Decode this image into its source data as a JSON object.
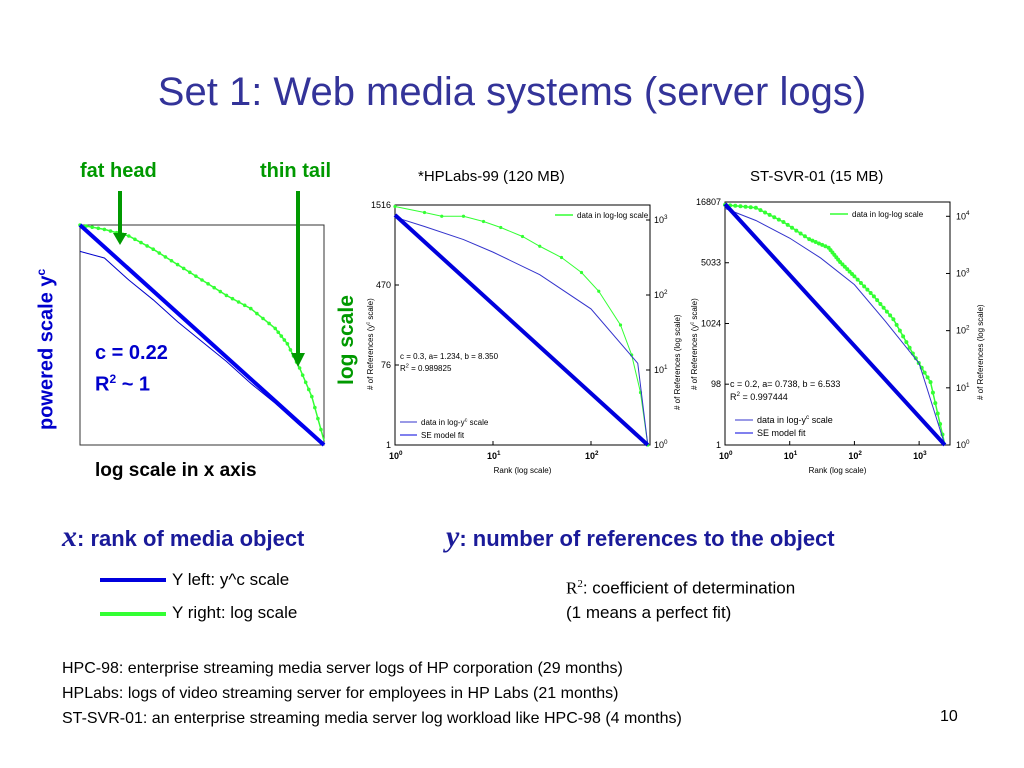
{
  "title": "Set 1: Web media systems (server logs)",
  "left_annotations": {
    "fat_head": "fat head",
    "thin_tail": "thin tail",
    "y_axis_label": "powered scale y",
    "y_axis_sup": "c",
    "c_value": "c = 0.22",
    "r2_prefix": "R",
    "r2_sup": "2",
    "r2_suffix": " ~ 1",
    "x_axis_label": "log scale in x axis",
    "log_scale_label": "log scale"
  },
  "charts": {
    "hplabs": {
      "title": "*HPLabs-99 (120 MB)",
      "left_ticks": [
        "1516",
        "470",
        "76",
        "1"
      ],
      "right_ticks": [
        "10",
        "10",
        "10",
        "10"
      ],
      "right_tick_sups": [
        "3",
        "2",
        "1",
        "0"
      ],
      "x_ticks": [
        "10",
        "10",
        "10"
      ],
      "x_tick_sups": [
        "0",
        "1",
        "2"
      ],
      "xlabel": "Rank (log scale)",
      "ylabel_left": "# of References (y",
      "ylabel_left_sup": "c",
      "ylabel_left_tail": " scale)",
      "ylabel_right": "# of References (log scale)",
      "legend_top": "data in log-log scale",
      "legend_bottom_1": "data in log-y",
      "legend_bottom_1_sup": "c",
      "legend_bottom_1_tail": " scale",
      "legend_bottom_2": "SE model fit",
      "fit_eq": "c = 0.3, a= 1.234, b = 8.350",
      "fit_r2_prefix": "R",
      "fit_r2_sup": "2",
      "fit_r2_tail": " = 0.989825"
    },
    "stsvr": {
      "title": "ST-SVR-01 (15 MB)",
      "left_ticks": [
        "16807",
        "5033",
        "1024",
        "98",
        "1"
      ],
      "right_ticks": [
        "10",
        "10",
        "10",
        "10",
        "10"
      ],
      "right_tick_sups": [
        "4",
        "3",
        "2",
        "1",
        "0"
      ],
      "x_ticks": [
        "10",
        "10",
        "10",
        "10"
      ],
      "x_tick_sups": [
        "0",
        "1",
        "2",
        "3"
      ],
      "xlabel": "Rank (log scale)",
      "ylabel_left": "# of References (y",
      "ylabel_left_sup": "c",
      "ylabel_left_tail": " scale)",
      "ylabel_right": "# of References (log scale)",
      "legend_top": "data in log-log scale",
      "legend_bottom_1": "data in log-y",
      "legend_bottom_1_sup": "c",
      "legend_bottom_1_tail": " scale",
      "legend_bottom_2": "SE model fit",
      "fit_eq": "c = 0.2, a= 0.738, b = 6.533",
      "fit_r2_prefix": "R",
      "fit_r2_sup": "2",
      "fit_r2_tail": " = 0.997444"
    }
  },
  "axis_desc": {
    "x_var": "x",
    "x_text": ": rank of media object",
    "y_var": "y",
    "y_text": ": number of references to the object"
  },
  "legend": {
    "blue_label": "Y left: y^c scale",
    "green_label": "Y right: log scale",
    "blue_color": "#0000dd",
    "green_color": "#33ff33"
  },
  "r2_note": {
    "prefix": "R",
    "sup": "2",
    "line1_tail": ": coefficient of determination",
    "line2": "(1 means a perfect fit)"
  },
  "footnotes": [
    "HPC-98: enterprise streaming media server logs of HP corporation (29 months)",
    "HPLabs: logs of video streaming server for employees in HP Labs (21 months)",
    "ST-SVR-01: an enterprise streaming media server log workload like HPC-98 (4 months)"
  ],
  "page_number": "10",
  "chart_data": [
    {
      "type": "line",
      "title": "",
      "xlabel": "log scale in x axis",
      "ylabel": "powered scale y^c",
      "series": [
        {
          "name": "",
          "x": [
            0,
            0.1,
            0.2,
            0.3,
            0.4,
            0.5,
            0.6,
            0.7,
            0.8,
            0.85,
            0.9,
            0.95,
            1.0
          ],
          "y": [
            1.0,
            0.98,
            0.95,
            0.89,
            0.82,
            0.75,
            0.68,
            0.62,
            0.53,
            0.46,
            0.35,
            0.22,
            0.02
          ]
        },
        {
          "name": "",
          "x": [
            0,
            0.1,
            0.2,
            0.3,
            0.4,
            0.5,
            0.6,
            0.7,
            0.8,
            0.9,
            1.0
          ],
          "y": [
            0.88,
            0.85,
            0.75,
            0.66,
            0.56,
            0.47,
            0.38,
            0.28,
            0.19,
            0.09,
            0.0
          ]
        },
        {
          "name": "",
          "x": [
            0,
            1.0
          ],
          "y": [
            1.0,
            0.0
          ]
        }
      ]
    },
    {
      "type": "line",
      "title": "*HPLabs-99 (120 MB)",
      "xlabel": "Rank (log scale)",
      "ylabel": "# of References (y^c scale)",
      "x_range": [
        1,
        400
      ],
      "series": [
        {
          "name": "data in log-log scale",
          "x": [
            1,
            2,
            3,
            5,
            8,
            12,
            20,
            30,
            50,
            80,
            120,
            200,
            260,
            320,
            380
          ],
          "y_log": [
            3.18,
            3.1,
            3.05,
            3.05,
            2.98,
            2.9,
            2.78,
            2.65,
            2.5,
            2.3,
            2.05,
            1.6,
            1.2,
            0.7,
            0.0
          ]
        },
        {
          "name": "data in log-y^c scale",
          "x": [
            1,
            2,
            5,
            10,
            30,
            100,
            300,
            380
          ],
          "y": [
            1300,
            1150,
            960,
            800,
            560,
            300,
            80,
            1
          ]
        },
        {
          "name": "SE model fit",
          "x": [
            1,
            380
          ],
          "y": [
            1516,
            1
          ]
        }
      ]
    },
    {
      "type": "line",
      "title": "ST-SVR-01 (15 MB)",
      "xlabel": "Rank (log scale)",
      "ylabel": "# of References (y^c scale)",
      "x_range": [
        1,
        3000
      ],
      "series": [
        {
          "name": "data in log-log scale",
          "x": [
            1,
            3,
            8,
            20,
            40,
            60,
            100,
            200,
            400,
            800,
            1500,
            2500
          ],
          "y_log": [
            4.2,
            4.15,
            3.9,
            3.6,
            3.45,
            3.2,
            2.95,
            2.6,
            2.2,
            1.6,
            1.1,
            0.0
          ]
        },
        {
          "name": "data in log-y^c scale",
          "x": [
            1,
            3,
            10,
            30,
            100,
            300,
            1000,
            2500
          ],
          "y": [
            15000,
            12000,
            8500,
            5600,
            3000,
            1100,
            250,
            1
          ]
        },
        {
          "name": "SE model fit",
          "x": [
            1,
            2500
          ],
          "y": [
            16807,
            1
          ]
        }
      ]
    }
  ]
}
